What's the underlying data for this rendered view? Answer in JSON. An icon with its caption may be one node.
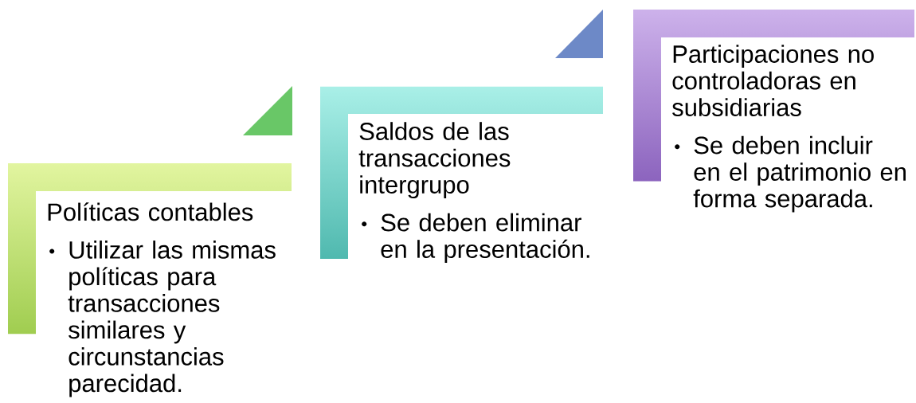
{
  "diagram": {
    "nodes": [
      {
        "text": [
          "Políticas contables",
          "Utilizar las mismas políticas para transacciones similares y circunstancias parecidad."
        ]
      },
      {
        "text": [
          "Saldos de las transacciones intergrupo",
          "Se deben eliminar en la presentación."
        ]
      },
      {
        "text": [
          "Participaciones no controladoras en subsidiarias",
          "Se deben incluir en el patrimonio en forma separada."
        ]
      }
    ]
  }
}
